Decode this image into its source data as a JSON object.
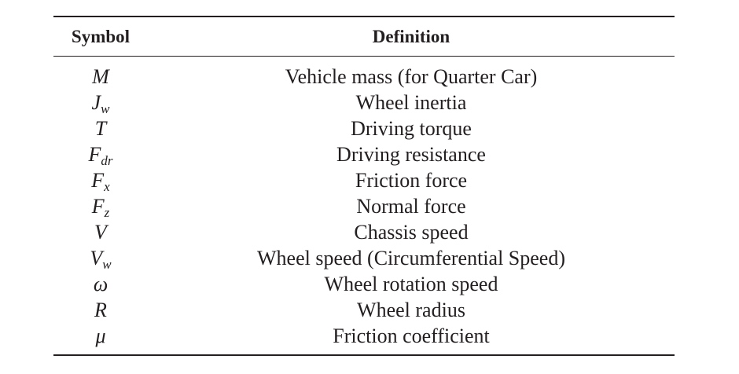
{
  "table": {
    "headers": {
      "symbol": "Symbol",
      "definition": "Definition"
    },
    "rows": [
      {
        "symbol": "M",
        "sub": "",
        "definition": "Vehicle mass (for Quarter Car)"
      },
      {
        "symbol": "J",
        "sub": "w",
        "definition": "Wheel inertia"
      },
      {
        "symbol": "T",
        "sub": "",
        "definition": "Driving torque"
      },
      {
        "symbol": "F",
        "sub": "dr",
        "definition": "Driving resistance"
      },
      {
        "symbol": "F",
        "sub": "x",
        "definition": "Friction force"
      },
      {
        "symbol": "F",
        "sub": "z",
        "definition": "Normal force"
      },
      {
        "symbol": "V",
        "sub": "",
        "definition": "Chassis speed"
      },
      {
        "symbol": "V",
        "sub": "w",
        "definition": "Wheel speed (Circumferential Speed)"
      },
      {
        "symbol": "ω",
        "sub": "",
        "definition": "Wheel rotation speed"
      },
      {
        "symbol": "R",
        "sub": "",
        "definition": "Wheel radius"
      },
      {
        "symbol": "μ",
        "sub": "",
        "definition": "Friction coefficient"
      }
    ]
  }
}
